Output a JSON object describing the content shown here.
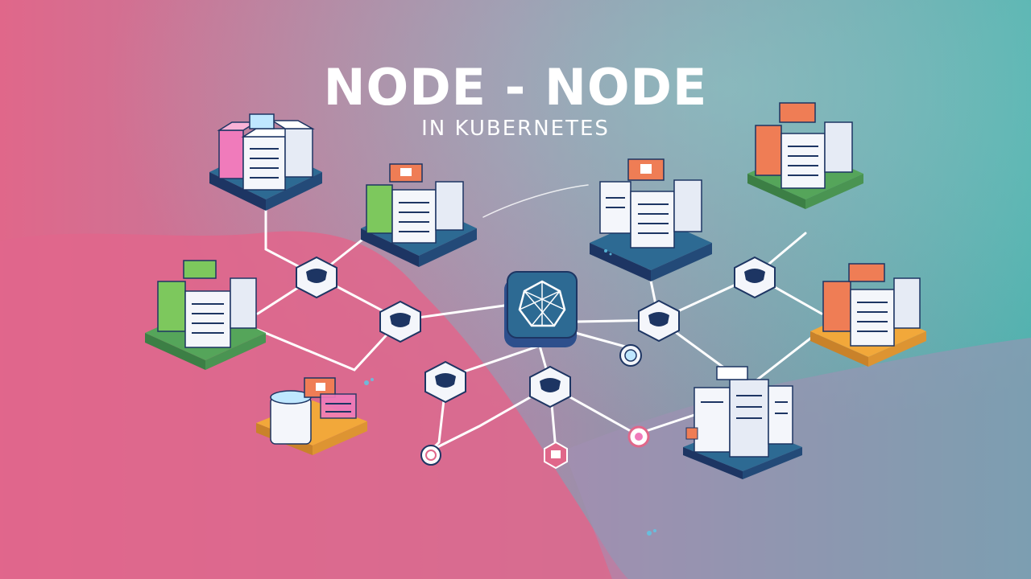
{
  "header": {
    "title": "NODE - NODE",
    "subtitle": "IN KUBERNETES"
  },
  "colors": {
    "bg_pink": "#e0678a",
    "bg_purple": "#b07aa6",
    "bg_teal": "#4fb0ad",
    "node_white": "#f4f6fb",
    "node_line": "#1d3563",
    "accent_pink": "#f07bbb",
    "accent_green": "#7dc85d",
    "accent_orange": "#ef7d55",
    "accent_yellow": "#f2a83a",
    "accent_blue": "#2d6a93",
    "connector": "#ffffff"
  },
  "diagram": {
    "nodes": [
      {
        "id": "n1",
        "accent": "accent_pink",
        "base": "accent_blue"
      },
      {
        "id": "n2",
        "accent": "accent_green",
        "base": "accent_blue"
      },
      {
        "id": "n3",
        "accent": "accent_orange",
        "base": "accent_blue"
      },
      {
        "id": "n4",
        "accent": "accent_orange",
        "base": "accent_green"
      },
      {
        "id": "n5",
        "accent": "accent_green",
        "base": "accent_green"
      },
      {
        "id": "n6",
        "accent": "accent_orange",
        "base": "accent_yellow"
      },
      {
        "id": "n7",
        "accent": "accent_orange",
        "base": "accent_yellow"
      },
      {
        "id": "n8",
        "accent": "accent_pink",
        "base": "accent_blue"
      }
    ],
    "hub": {
      "icon": "kubernetes-hub-icon"
    },
    "pods": [
      "pod-1",
      "pod-2",
      "pod-3",
      "pod-4",
      "pod-5",
      "pod-6"
    ],
    "endpoints": [
      "endpoint-1",
      "endpoint-2",
      "endpoint-3",
      "endpoint-4"
    ]
  }
}
